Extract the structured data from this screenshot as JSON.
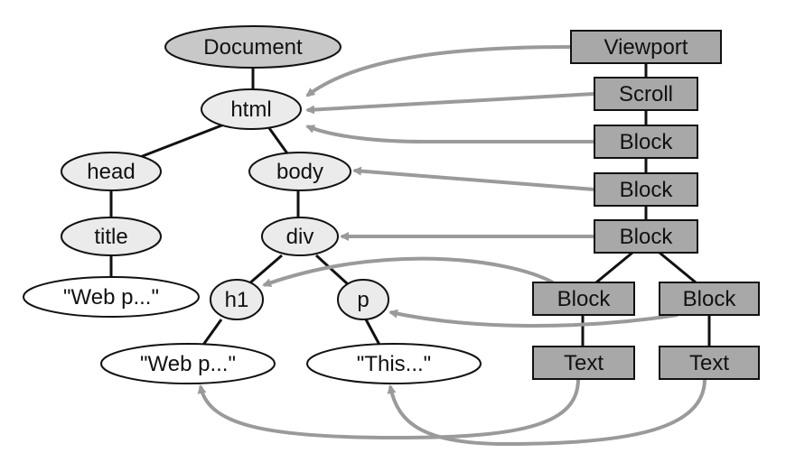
{
  "dom_tree": {
    "document": "Document",
    "html": "html",
    "head": "head",
    "body": "body",
    "title": "title",
    "title_text": "\"Web p...\"",
    "div": "div",
    "h1": "h1",
    "p": "p",
    "h1_text": "\"Web p...\"",
    "p_text": "\"This...\""
  },
  "render_tree": {
    "viewport": "Viewport",
    "scroll": "Scroll",
    "block1": "Block",
    "block2": "Block",
    "block3": "Block",
    "block_left": "Block",
    "block_right": "Block",
    "text_left": "Text",
    "text_right": "Text"
  },
  "colors": {
    "node_fill_light": "#ebebeb",
    "node_fill_dark": "#c8c8c8",
    "box_fill": "#a8a8a8",
    "arrow": "#9a9a9a",
    "stroke": "#111111"
  }
}
